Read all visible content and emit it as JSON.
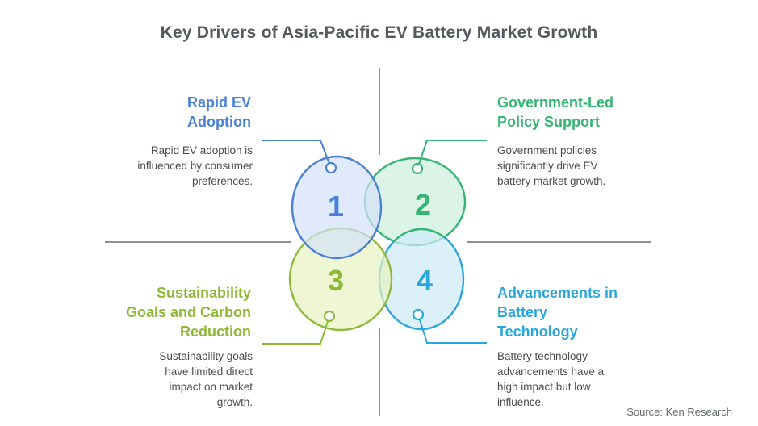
{
  "title": "Key Drivers of Asia-Pacific EV Battery Market Growth",
  "source": "Source: Ken Research",
  "colors": {
    "title_text": "#55585c",
    "body_text": "#4c4c4c",
    "source_text": "#66696b",
    "divider": "#909090",
    "connector_dot_fill": "#ffffff",
    "background": "#ffffff"
  },
  "drivers": [
    {
      "number": "1",
      "heading": "Rapid EV\nAdoption",
      "description": "Rapid EV adoption is influenced by consumer preferences.",
      "color": "#4a80d8",
      "circle_fill": "#d4e2f8",
      "position": "top-left"
    },
    {
      "number": "2",
      "heading": "Government-Led\nPolicy Support",
      "description": "Government policies significantly drive EV battery market growth.",
      "color": "#34b573",
      "circle_fill": "#cff0de",
      "position": "top-right"
    },
    {
      "number": "3",
      "heading": "Sustainability\nGoals and Carbon\nReduction",
      "description": "Sustainability goals have limited direct impact on market growth.",
      "color": "#8fb838",
      "circle_fill": "#e8f3c4",
      "position": "bottom-left"
    },
    {
      "number": "4",
      "heading": "Advancements in\nBattery\nTechnology",
      "description": "Battery technology advancements have a high impact but low influence.",
      "color": "#2aa7da",
      "circle_fill": "#cfeaf8",
      "position": "bottom-right"
    }
  ]
}
